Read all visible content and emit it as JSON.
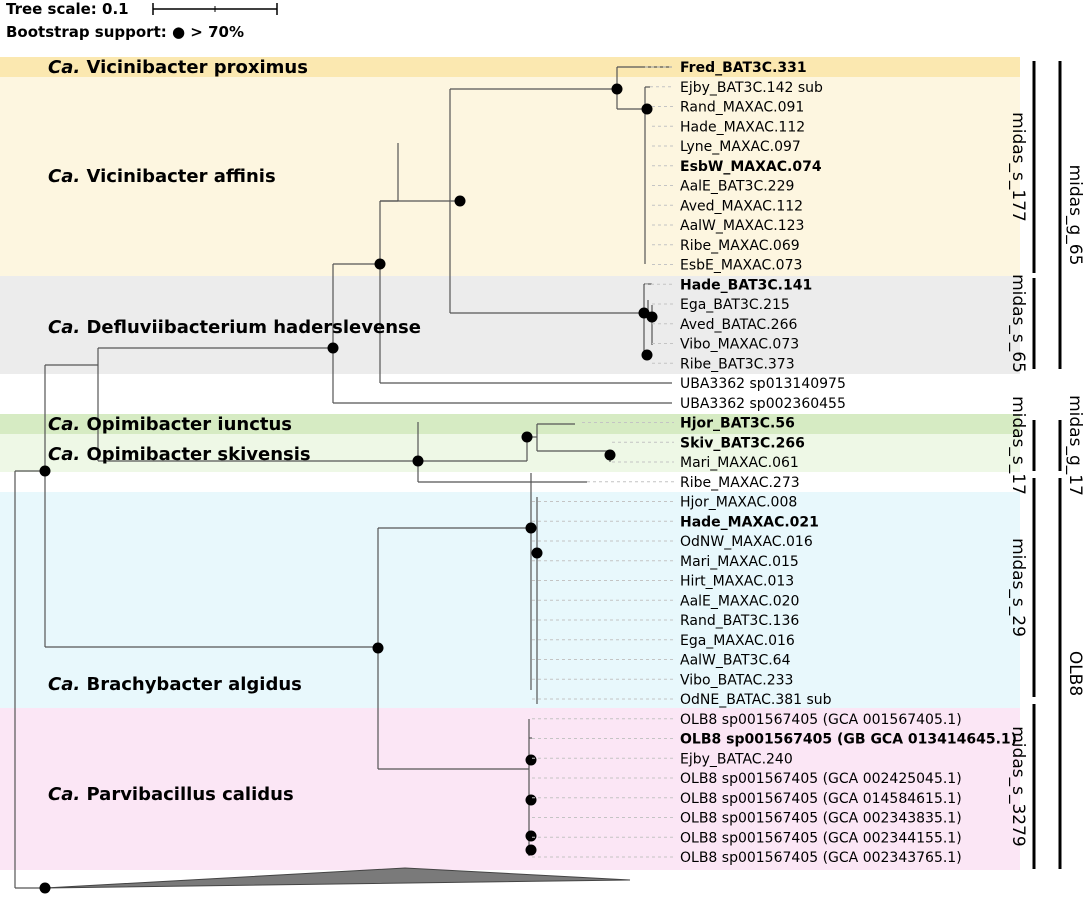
{
  "header": {
    "tree_scale_label": "Tree scale: 0.1",
    "bootstrap_label": "Bootstrap support: ● > 70%"
  },
  "colors": {
    "band_yellow_strong": "#fbe8b0",
    "band_yellow_light": "#fdf6e0",
    "band_grey": "#ececec",
    "band_green_strong": "#d6ebc3",
    "band_green_light": "#eef8e6",
    "band_blue": "#e8f8fc",
    "band_pink": "#fbe6f5",
    "collapsed_clade": "#7a7a7a"
  },
  "clades": [
    {
      "prefix": "Ca.",
      "name": "Vicinibacter proximus",
      "color": "band_yellow_strong"
    },
    {
      "prefix": "Ca.",
      "name": "Vicinibacter affinis",
      "color": "band_yellow_light"
    },
    {
      "prefix": "Ca.",
      "name": "Defluviibacterium haderslevense",
      "color": "band_grey"
    },
    {
      "prefix": "Ca.",
      "name": "Opimibacter iunctus",
      "color": "band_green_strong"
    },
    {
      "prefix": "Ca.",
      "name": "Opimibacter skivensis",
      "color": "band_green_light"
    },
    {
      "prefix": "Ca.",
      "name": "Brachybacter algidus",
      "color": "band_blue"
    },
    {
      "prefix": "Ca.",
      "name": "Parvibacillus calidus",
      "color": "band_pink"
    }
  ],
  "tips": [
    {
      "label": "Fred_BAT3C.331",
      "bold": true
    },
    {
      "label": "Ejby_BAT3C.142 sub",
      "bold": false
    },
    {
      "label": "Rand_MAXAC.091",
      "bold": false
    },
    {
      "label": "Hade_MAXAC.112",
      "bold": false
    },
    {
      "label": "Lyne_MAXAC.097",
      "bold": false
    },
    {
      "label": "EsbW_MAXAC.074",
      "bold": true
    },
    {
      "label": "AalE_BAT3C.229",
      "bold": false
    },
    {
      "label": "Aved_MAXAC.112",
      "bold": false
    },
    {
      "label": "AalW_MAXAC.123",
      "bold": false
    },
    {
      "label": "Ribe_MAXAC.069",
      "bold": false
    },
    {
      "label": "EsbE_MAXAC.073",
      "bold": false
    },
    {
      "label": "Hade_BAT3C.141",
      "bold": true
    },
    {
      "label": "Ega_BAT3C.215",
      "bold": false
    },
    {
      "label": "Aved_BATAC.266",
      "bold": false
    },
    {
      "label": "Vibo_MAXAC.073",
      "bold": false
    },
    {
      "label": "Ribe_BAT3C.373",
      "bold": false
    },
    {
      "label": "UBA3362 sp013140975",
      "bold": false
    },
    {
      "label": "UBA3362 sp002360455",
      "bold": false
    },
    {
      "label": "Hjor_BAT3C.56",
      "bold": true
    },
    {
      "label": "Skiv_BAT3C.266",
      "bold": true
    },
    {
      "label": "Mari_MAXAC.061",
      "bold": false
    },
    {
      "label": "Ribe_MAXAC.273",
      "bold": false
    },
    {
      "label": "Hjor_MAXAC.008",
      "bold": false
    },
    {
      "label": "Hade_MAXAC.021",
      "bold": true
    },
    {
      "label": "OdNW_MAXAC.016",
      "bold": false
    },
    {
      "label": "Mari_MAXAC.015",
      "bold": false
    },
    {
      "label": "Hirt_MAXAC.013",
      "bold": false
    },
    {
      "label": "AalE_MAXAC.020",
      "bold": false
    },
    {
      "label": "Rand_BAT3C.136",
      "bold": false
    },
    {
      "label": "Ega_MAXAC.016",
      "bold": false
    },
    {
      "label": "AalW_BAT3C.64",
      "bold": false
    },
    {
      "label": "Vibo_BATAC.233",
      "bold": false
    },
    {
      "label": "OdNE_BATAC.381 sub",
      "bold": false
    },
    {
      "label": "OLB8 sp001567405 (GCA 001567405.1)",
      "bold": false
    },
    {
      "label": "OLB8 sp001567405 (GB GCA 013414645.1)",
      "bold": true
    },
    {
      "label": "Ejby_BATAC.240",
      "bold": false
    },
    {
      "label": "OLB8 sp001567405 (GCA 002425045.1)",
      "bold": false
    },
    {
      "label": "OLB8 sp001567405 (GCA 014584615.1)",
      "bold": false
    },
    {
      "label": "OLB8 sp001567405 (GCA 002343835.1)",
      "bold": false
    },
    {
      "label": "OLB8 sp001567405 (GCA 002344155.1)",
      "bold": false
    },
    {
      "label": "OLB8 sp001567405 (GCA 002343765.1)",
      "bold": false
    }
  ],
  "species_brackets": [
    {
      "label": "midas_s_177"
    },
    {
      "label": "midas_s_65"
    },
    {
      "label": "midas_s_17"
    },
    {
      "label": "midas_s_29"
    },
    {
      "label": "midas_s_3279"
    }
  ],
  "genus_brackets": [
    {
      "label": "midas_g_65"
    },
    {
      "label": "midas_g_17"
    },
    {
      "label": "OLB8"
    }
  ]
}
